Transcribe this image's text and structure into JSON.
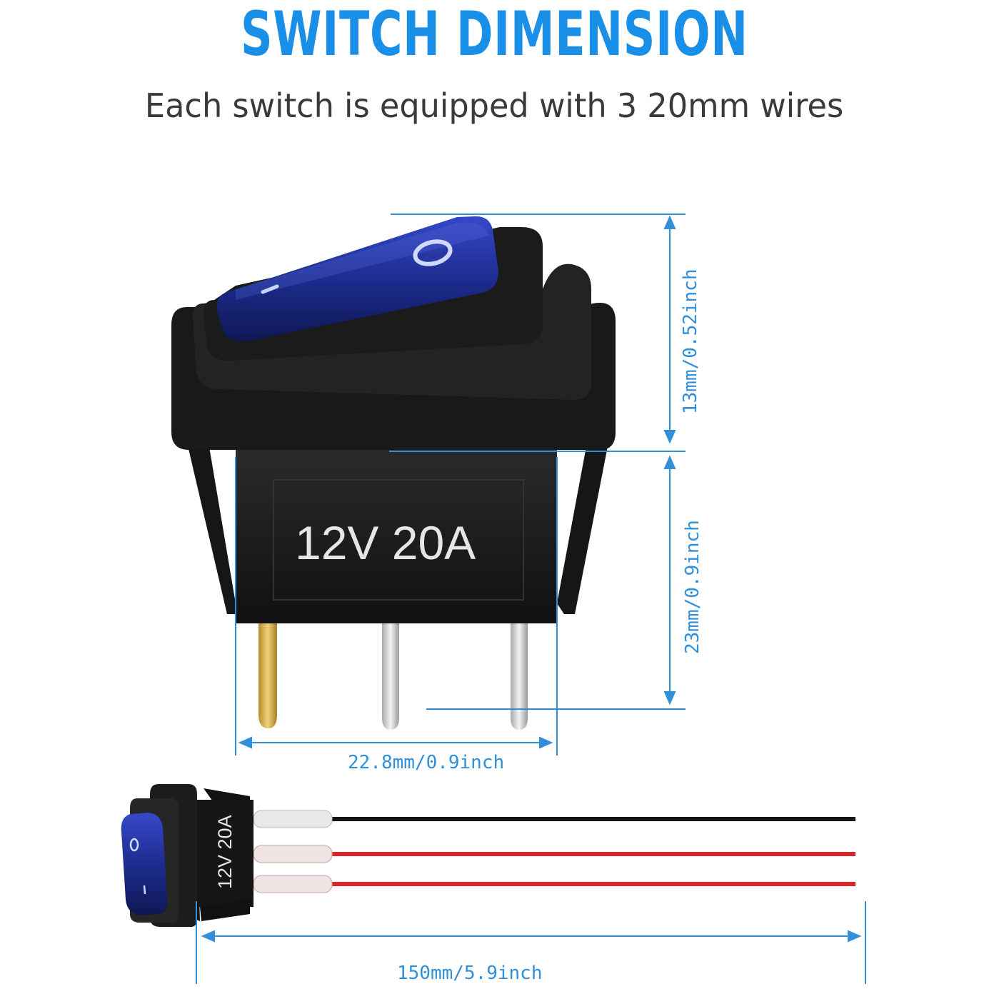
{
  "header": {
    "title": "SWITCH DIMENSION",
    "subtitle": "Each switch is equipped with 3 20mm wires"
  },
  "switch": {
    "rating_label": "12V 20A",
    "rocker_color": "#1b2a8a",
    "housing_color": "#141414",
    "rocker_symbols": [
      "I",
      "O"
    ]
  },
  "dimensions": {
    "top_height": "13mm/0.52inch",
    "body_height": "23mm/0.9inch",
    "width": "22.8mm/0.9inch",
    "wire_length": "150mm/5.9inch",
    "line_color": "#2f8fd8"
  },
  "wired_switch": {
    "rating_label": "12V 20A",
    "wire_colors": [
      "#151515",
      "#d8252c",
      "#d8252c"
    ]
  }
}
